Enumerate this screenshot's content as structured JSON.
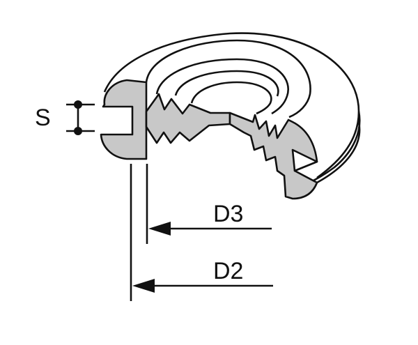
{
  "labels": {
    "s": "S",
    "d3": "D3",
    "d2": "D2"
  },
  "colors": {
    "stroke": "#111111",
    "section": "#c8c8c8",
    "background": "#ffffff"
  }
}
